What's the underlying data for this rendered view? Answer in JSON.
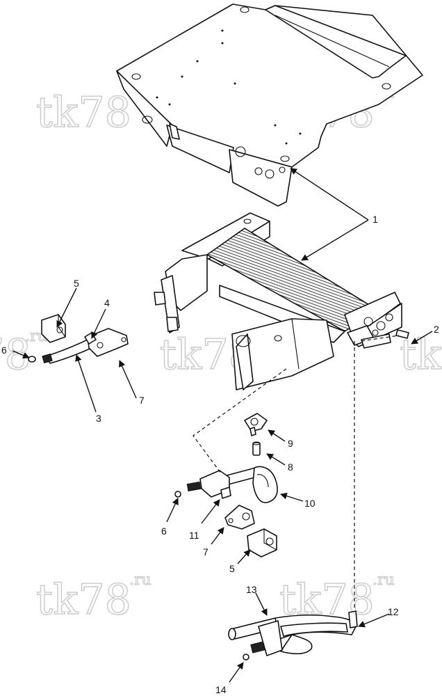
{
  "watermark": {
    "main": "tk78",
    "suffix": ".ru"
  },
  "callouts": {
    "c1": "1",
    "c2": "2",
    "c3": "3",
    "c4": "4",
    "c5a": "5",
    "c5b": "5",
    "c6a": "6",
    "c6b": "6",
    "c7a": "7",
    "c7b": "7",
    "c8": "8",
    "c9": "9",
    "c10": "10",
    "c11": "11",
    "c12": "12",
    "c13": "13",
    "c14": "14"
  }
}
